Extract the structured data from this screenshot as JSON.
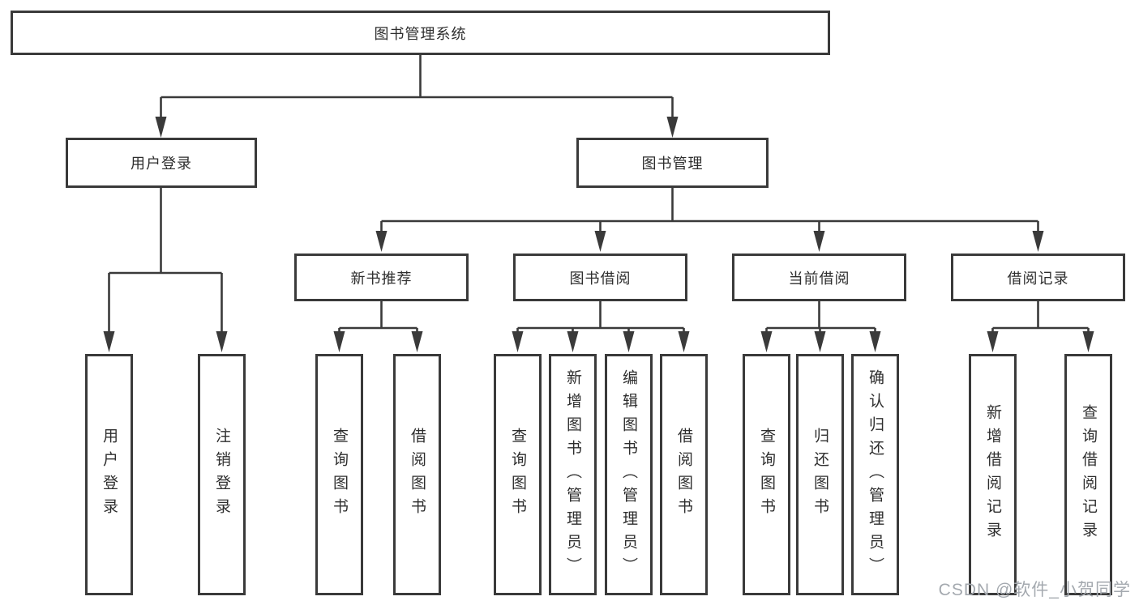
{
  "tree": {
    "label": "图书管理系统",
    "children": [
      {
        "label": "用户登录",
        "children": [
          {
            "label": "用户登录"
          },
          {
            "label": "注销登录"
          }
        ]
      },
      {
        "label": "图书管理",
        "children": [
          {
            "label": "新书推荐",
            "children": [
              {
                "label": "查询图书"
              },
              {
                "label": "借阅图书"
              }
            ]
          },
          {
            "label": "图书借阅",
            "children": [
              {
                "label": "查询图书"
              },
              {
                "label": "新增图书（管理员）"
              },
              {
                "label": "编辑图书（管理员）"
              },
              {
                "label": "借阅图书"
              }
            ]
          },
          {
            "label": "当前借阅",
            "children": [
              {
                "label": "查询图书"
              },
              {
                "label": "归还图书"
              },
              {
                "label": "确认归还（管理员）"
              }
            ]
          },
          {
            "label": "借阅记录",
            "children": [
              {
                "label": "新增借阅记录"
              },
              {
                "label": "查询借阅记录"
              }
            ]
          }
        ]
      }
    ]
  },
  "watermark": "CSDN @软件_小贺同学",
  "colors": {
    "line": "#3a3a3a",
    "box_border": "#3a3a3a",
    "text": "#2e2e2e",
    "watermark": "#a4a9af",
    "background": "#ffffff"
  }
}
